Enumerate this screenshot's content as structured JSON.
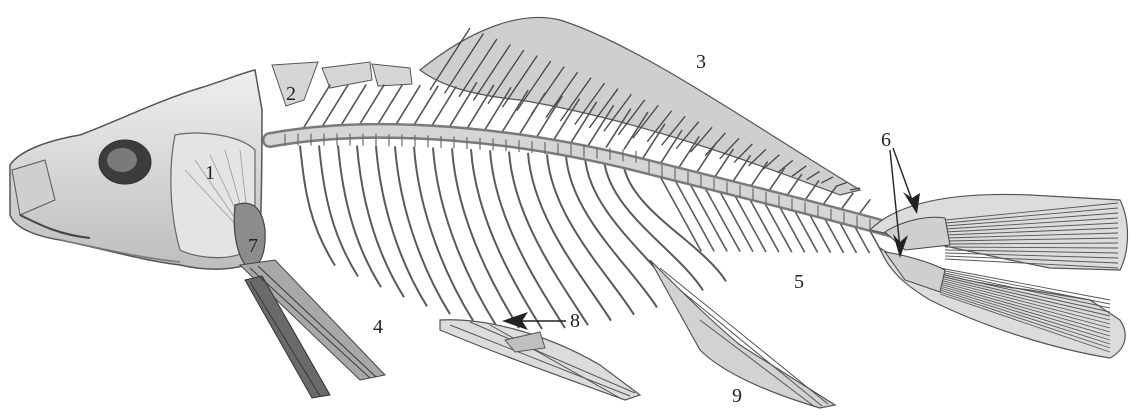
{
  "figure": {
    "labels": [
      {
        "id": "skull",
        "text": "1"
      },
      {
        "id": "supraneural",
        "text": "2"
      },
      {
        "id": "dorsal-fin",
        "text": "3"
      },
      {
        "id": "ribs",
        "text": "4"
      },
      {
        "id": "haemal-spines",
        "text": "5"
      },
      {
        "id": "hypurals",
        "text": "6"
      },
      {
        "id": "cleithrum",
        "text": "7"
      },
      {
        "id": "pelvic-fin",
        "text": "8"
      },
      {
        "id": "anal-fin",
        "text": "9"
      }
    ],
    "colors": {
      "bone_fill": "#d9d9d9",
      "bone_light": "#ececec",
      "bone_dark": "#4a4a4a",
      "outline": "#555555",
      "ink": "#222222"
    }
  }
}
